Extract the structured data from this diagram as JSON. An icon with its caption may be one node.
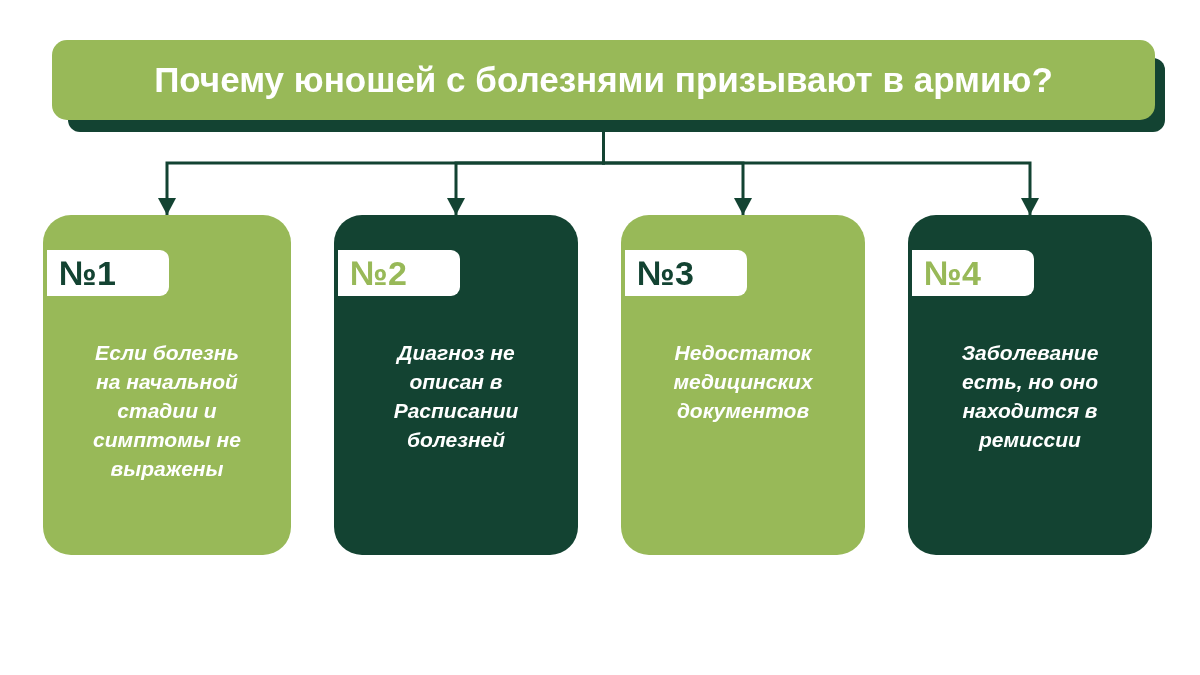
{
  "diagram": {
    "nodes": [
      {
        "text": [
          "Почему юношей с болезнями призывают в армию?"
        ]
      },
      {
        "text": [
          "Если болезнь на начальной стадии и симптомы не выражены"
        ]
      },
      {
        "text": [
          "№1"
        ],
        "in": 1
      },
      {
        "text": [
          "Диагноз не описан в Расписании болезней"
        ]
      },
      {
        "text": [
          "№2"
        ],
        "in": 3
      },
      {
        "text": [
          "Недостаток медицинских документов"
        ]
      },
      {
        "text": [
          "№3"
        ],
        "in": 5
      },
      {
        "text": [
          "Заболевание есть, но оно находится в ремиссии"
        ]
      },
      {
        "text": [
          "№4"
        ],
        "in": 7
      }
    ],
    "edges": [
      {
        "from": 0,
        "to": 1,
        "arrow": "to"
      },
      {
        "from": 0,
        "to": 3,
        "arrow": "to"
      },
      {
        "from": 0,
        "to": 5,
        "arrow": "to"
      },
      {
        "from": 0,
        "to": 7,
        "arrow": "to"
      }
    ]
  }
}
